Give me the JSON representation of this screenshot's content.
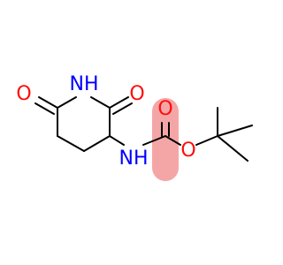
{
  "molecule": {
    "atoms": {
      "o_left": "O",
      "n_ring": "NH",
      "o_ring_top": "O",
      "o_carbamate": "O",
      "o_ester": "O",
      "n_amide": "NH"
    },
    "highlight_color": "#f4a6a6",
    "oxygen_color": "#ff0d0d",
    "nitrogen_color": "#0000ff",
    "bond_color": "#000000"
  }
}
